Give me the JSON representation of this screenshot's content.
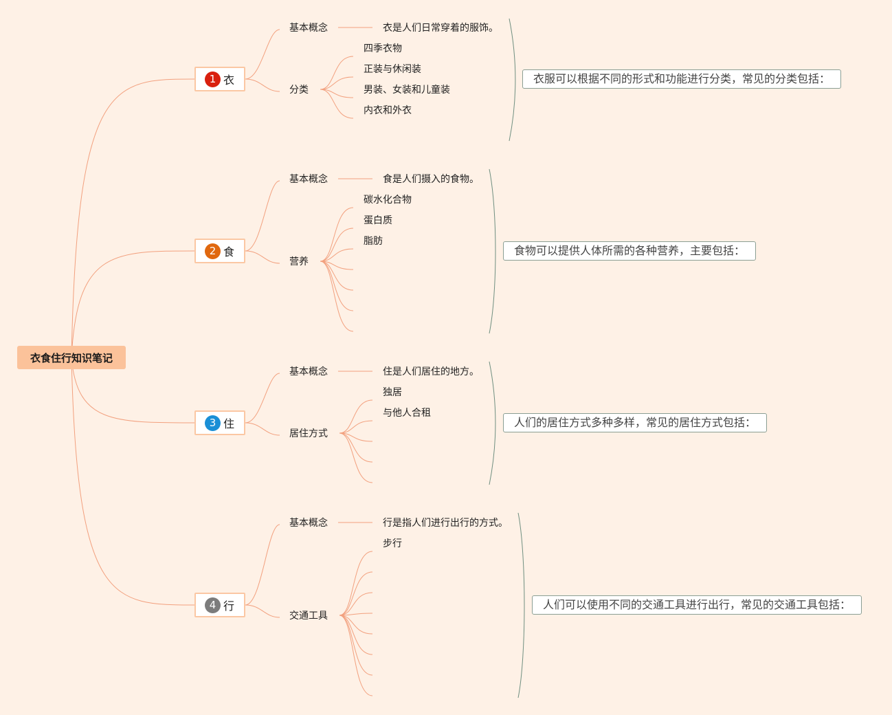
{
  "root": {
    "label": "衣食住行知识笔记"
  },
  "sections": [
    {
      "key": "clothing",
      "number": "1",
      "label": "衣",
      "badge_color": "#d9200e",
      "concept_label": "基本概念",
      "concept_text": "衣是人们日常穿着的服饰。",
      "group_label": "分类",
      "items": [
        "四季衣物",
        "正装与休闲装",
        "男装、女装和儿童装",
        "内衣和外衣"
      ],
      "summary": "衣服可以根据不同的形式和功能进行分类，常见的分类包括："
    },
    {
      "key": "food",
      "number": "2",
      "label": "食",
      "badge_color": "#e0680f",
      "concept_label": "基本概念",
      "concept_text": "食是人们摄入的食物。",
      "group_label": "营养",
      "items": [
        "碳水化合物",
        "蛋白质",
        "脂肪",
        "",
        "",
        "",
        ""
      ],
      "summary": "食物可以提供人体所需的各种营养，主要包括："
    },
    {
      "key": "housing",
      "number": "3",
      "label": "住",
      "badge_color": "#1a8fd6",
      "concept_label": "基本概念",
      "concept_text": "住是人们居住的地方。",
      "group_label": "居住方式",
      "items": [
        "独居",
        "与他人合租",
        "",
        "",
        ""
      ],
      "summary": "人们的居住方式多种多样，常见的居住方式包括："
    },
    {
      "key": "transport",
      "number": "4",
      "label": "行",
      "badge_color": "#7c7c7c",
      "concept_label": "基本概念",
      "concept_text": "行是指人们进行出行的方式。",
      "group_label": "交通工具",
      "items": [
        "步行",
        "",
        "",
        "",
        "",
        "",
        "",
        ""
      ],
      "summary": "人们可以使用不同的交通工具进行出行，常见的交通工具包括："
    }
  ],
  "colors": {
    "background": "#fef1e6",
    "connector": "#f2a07e",
    "bracket": "#6f8f80",
    "root_fill": "#fbc29a",
    "node_border": "#fbc7a3",
    "summary_border": "#8a9e93"
  }
}
